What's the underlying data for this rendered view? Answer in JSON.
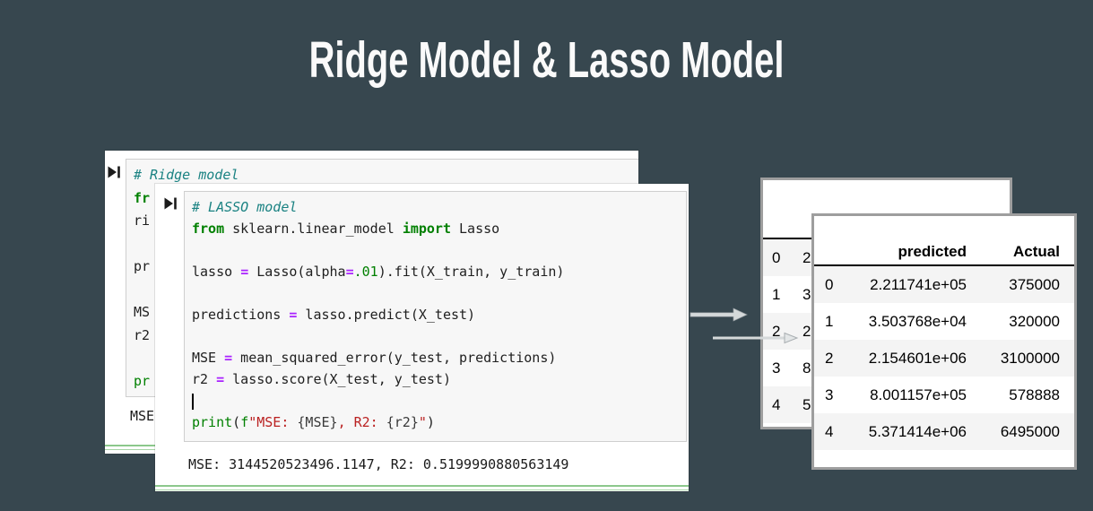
{
  "slide": {
    "title": "Ridge Model & Lasso Model"
  },
  "palette": {
    "background": "#37474f",
    "title": "#fafafa",
    "cell_bg": "#ffffff",
    "code_bg": "#f7f7f7",
    "code_border": "#cfcfcf",
    "code_text": "#1f1f1f",
    "comment": "#1a8282",
    "keyword": "#008000",
    "operator": "#aa22ff",
    "number": "#008000",
    "string": "#ba2121",
    "interpolation": "#3a3a3a",
    "output_text": "#1a1a1a",
    "green_line": "#8cc88c",
    "table_border": "#9e9e9e",
    "row_alt": "#f4f4f4",
    "arrow": "#d5d9da",
    "text": "#000000"
  },
  "ridge_cell": {
    "code_lines": [
      [
        {
          "t": "# Ridge model",
          "c": "comment"
        }
      ],
      [
        {
          "t": "fr",
          "c": "kw"
        }
      ],
      [
        {
          "t": "ri",
          "c": "plain"
        }
      ],
      [],
      [
        {
          "t": "pr",
          "c": "plain"
        }
      ],
      [],
      [
        {
          "t": "MS",
          "c": "plain"
        }
      ],
      [
        {
          "t": "r2",
          "c": "plain"
        }
      ],
      [],
      [
        {
          "t": "pr",
          "c": "kw2"
        }
      ]
    ],
    "output": "MSE"
  },
  "lasso_cell": {
    "code_lines": [
      [
        {
          "t": "# LASSO model",
          "c": "comment"
        }
      ],
      [
        {
          "t": "from",
          "c": "kw"
        },
        {
          "t": " sklearn.linear_model ",
          "c": "plain"
        },
        {
          "t": "import",
          "c": "kw"
        },
        {
          "t": " Lasso",
          "c": "plain"
        }
      ],
      [],
      [
        {
          "t": "lasso ",
          "c": "plain"
        },
        {
          "t": "=",
          "c": "op"
        },
        {
          "t": " Lasso(alpha",
          "c": "plain"
        },
        {
          "t": "=",
          "c": "op"
        },
        {
          "t": ".01",
          "c": "num"
        },
        {
          "t": ").fit(X_train, y_train)",
          "c": "plain"
        }
      ],
      [],
      [
        {
          "t": "predictions ",
          "c": "plain"
        },
        {
          "t": "=",
          "c": "op"
        },
        {
          "t": " lasso.predict(X_test)",
          "c": "plain"
        }
      ],
      [],
      [
        {
          "t": "MSE ",
          "c": "plain"
        },
        {
          "t": "=",
          "c": "op"
        },
        {
          "t": " mean_squared_error(y_test, predictions)",
          "c": "plain"
        }
      ],
      [
        {
          "t": "r2 ",
          "c": "plain"
        },
        {
          "t": "=",
          "c": "op"
        },
        {
          "t": " lasso.score(X_test, y_test)",
          "c": "plain"
        }
      ],
      [
        {
          "cursor": true
        }
      ],
      [
        {
          "t": "print",
          "c": "kw2"
        },
        {
          "t": "(",
          "c": "plain"
        },
        {
          "t": "f",
          "c": "kw2"
        },
        {
          "t": "\"MSE: ",
          "c": "str"
        },
        {
          "t": "{MSE}",
          "c": "interp"
        },
        {
          "t": ", R2: ",
          "c": "str"
        },
        {
          "t": "{r2}",
          "c": "interp"
        },
        {
          "t": "\"",
          "c": "str"
        },
        {
          "t": ")",
          "c": "plain"
        }
      ]
    ],
    "output": "MSE: 3144520523496.1147, R2: 0.5199990880563149"
  },
  "ridge_table": {
    "rows": [
      [
        "0",
        "2"
      ],
      [
        "1",
        "3"
      ],
      [
        "2",
        "2"
      ],
      [
        "3",
        "8"
      ],
      [
        "4",
        "5"
      ]
    ]
  },
  "lasso_table": {
    "headers": {
      "index": "",
      "predicted": "predicted",
      "actual": "Actual"
    },
    "rows": [
      [
        "0",
        "2.211741e+05",
        "375000"
      ],
      [
        "1",
        "3.503768e+04",
        "320000"
      ],
      [
        "2",
        "2.154601e+06",
        "3100000"
      ],
      [
        "3",
        "8.001157e+05",
        "578888"
      ],
      [
        "4",
        "5.371414e+06",
        "6495000"
      ]
    ]
  }
}
